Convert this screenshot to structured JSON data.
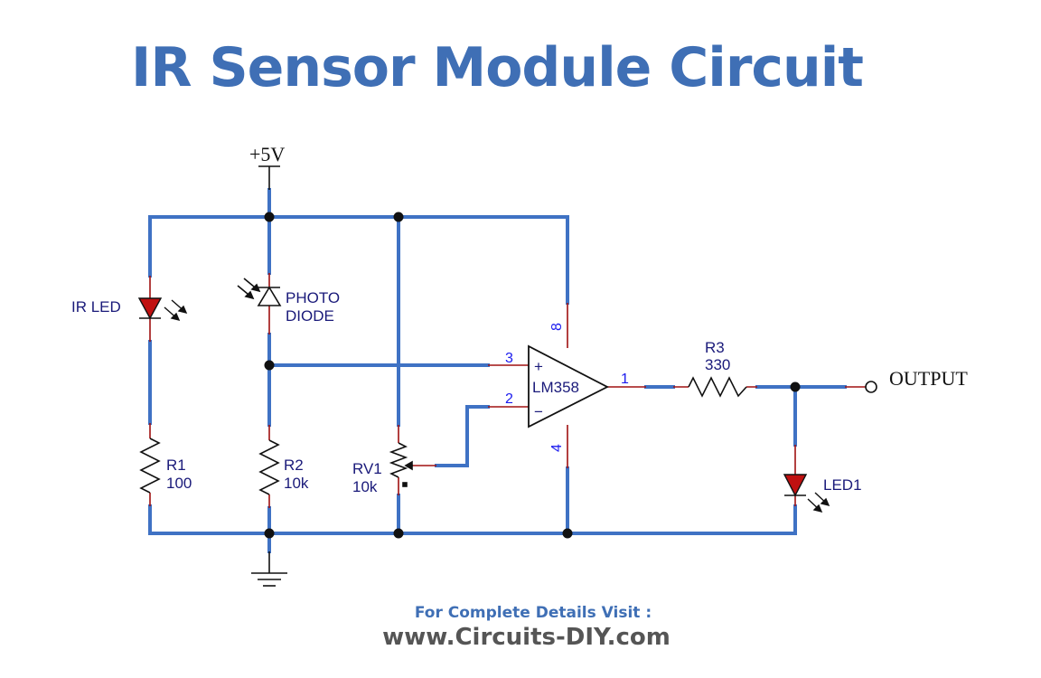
{
  "title": "IR Sensor Module Circuit",
  "supply_label": "+5V",
  "output_label": "OUTPUT",
  "components": {
    "ir_led": "IR LED",
    "photodiode_line1": "PHOTO",
    "photodiode_line2": "DIODE",
    "r1_name": "R1",
    "r1_value": "100",
    "r2_name": "R2",
    "r2_value": "10k",
    "rv1_name": "RV1",
    "rv1_value": "10k",
    "opamp": "LM358",
    "r3_name": "R3",
    "r3_value": "330",
    "led1": "LED1"
  },
  "pins": {
    "p1": "1",
    "p2": "2",
    "p3": "3",
    "p4": "4",
    "p8": "8",
    "plus": "+",
    "minus": "−"
  },
  "footer": {
    "line1": "For Complete Details Visit :",
    "line2": "www.Circuits-DIY.com"
  },
  "colors": {
    "wire": "#3f72c4",
    "lead": "#a01010",
    "led": "#c01010",
    "title": "#3f6fb5"
  }
}
